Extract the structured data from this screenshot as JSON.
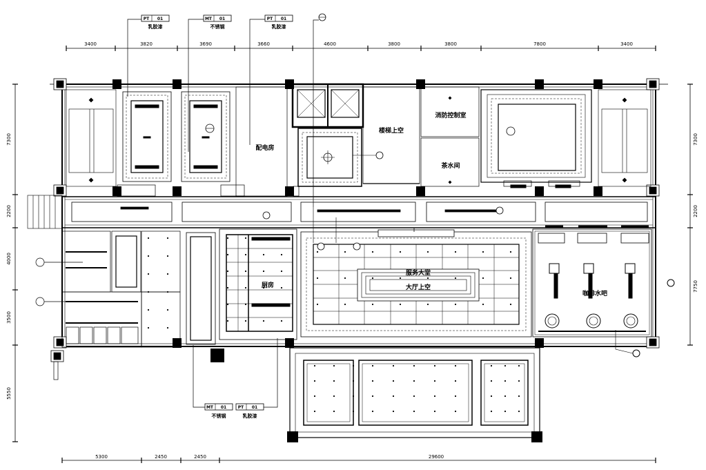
{
  "dimensions": {
    "top": [
      "3400",
      "3820",
      "3690",
      "3660",
      "4600",
      "3800",
      "3800",
      "7800",
      "3400"
    ],
    "bottom": [
      "5300",
      "2450",
      "2450",
      "29600"
    ],
    "left": [
      "7300",
      "2200",
      "4000",
      "3500",
      "5550"
    ],
    "right": [
      "7300",
      "2200",
      "7750"
    ]
  },
  "room_labels": {
    "power_room": "配电房",
    "stair_void": "楼梯上空",
    "fire_control": "消防控制室",
    "tea_room": "茶水间",
    "hall_line1": "服务大堂",
    "hall_line2": "大厅上空",
    "bar_area": "咖啡水吧",
    "kitchen": "厨房"
  },
  "material_tags": {
    "top": [
      {
        "code": "PT",
        "num": "01",
        "name": "乳胶漆"
      },
      {
        "code": "MT",
        "num": "01",
        "name": "不锈钢"
      },
      {
        "code": "PT",
        "num": "01",
        "name": "乳胶漆"
      }
    ],
    "bottom": [
      {
        "code": "MT",
        "num": "01",
        "name": "不锈钢"
      },
      {
        "code": "PT",
        "num": "01",
        "name": "乳胶漆"
      }
    ]
  },
  "colors": {
    "line": "#000000",
    "background": "#ffffff"
  }
}
